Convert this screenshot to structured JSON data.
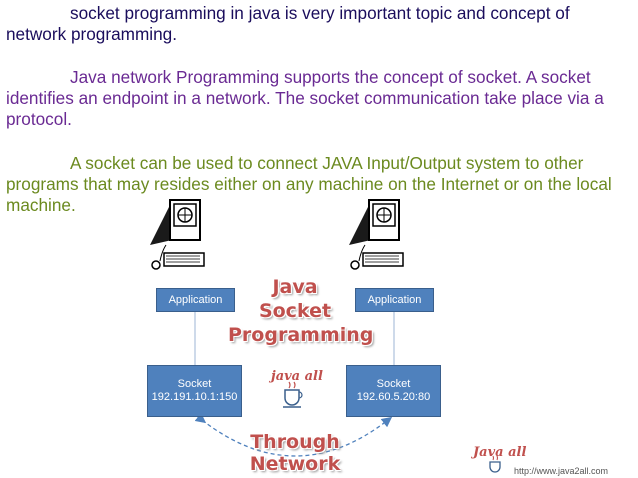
{
  "paragraphs": [
    {
      "text": "socket programming in java is very important topic and concept of network programming.",
      "color": "#1a0d5c"
    },
    {
      "text": "Java network Programming supports the concept of socket. A socket identifies an endpoint in a network. The socket communication take place via a protocol.",
      "color": "#6a2a93"
    },
    {
      "text": "A socket can be used to connect JAVA Input/Output system to other programs that may resides either on any machine on the Internet or on the local machine.",
      "color": "#6b8a1f"
    }
  ],
  "diagram": {
    "title_line1": "Java",
    "title_line2": "Socket",
    "title_line3": "Programming",
    "left": {
      "application_label": "Application",
      "socket_label": "Socket",
      "socket_address": "192.191.10.1:150"
    },
    "right": {
      "application_label": "Application",
      "socket_label": "Socket",
      "socket_address": "192.60.5.20:80"
    },
    "network_label": "Through Network",
    "brand_center": "java all",
    "icons": [
      "computer-icon",
      "computer-icon",
      "java-logo-icon"
    ]
  },
  "footer": {
    "brand": "Java all",
    "url": "http://www.java2all.com"
  },
  "colors": {
    "box_fill": "#4f81bd",
    "title_red": "#c0504d"
  }
}
